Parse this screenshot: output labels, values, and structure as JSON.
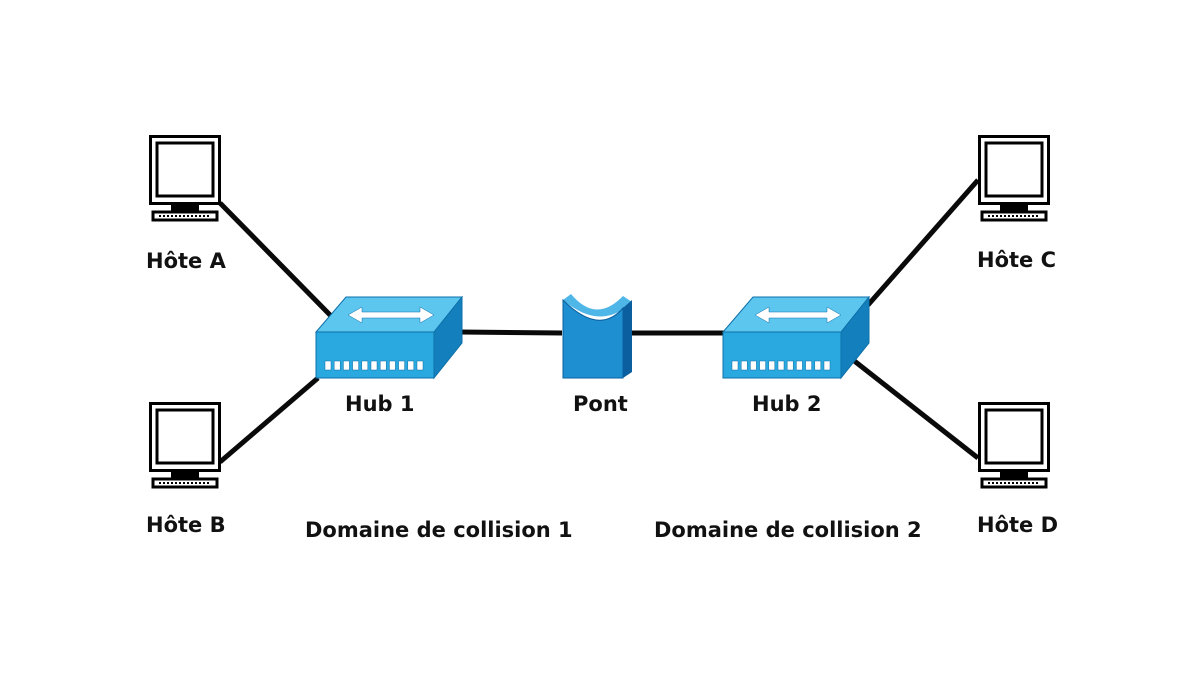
{
  "colors": {
    "link": "#0a0a0a",
    "device_face": "#29a9df",
    "device_top": "#5cc6ef",
    "device_side": "#1380bd",
    "bridge_front": "#1e8fd0",
    "bridge_side": "#0b5f9e",
    "bridge_top": "#4fb6e8",
    "screen": "#ffffff",
    "outline": "#000000",
    "text": "#111111"
  },
  "nodes": {
    "host_a": {
      "label": "Hôte A",
      "icon": "computer-icon"
    },
    "host_b": {
      "label": "Hôte B",
      "icon": "computer-icon"
    },
    "host_c": {
      "label": "Hôte C",
      "icon": "computer-icon"
    },
    "host_d": {
      "label": "Hôte D",
      "icon": "computer-icon"
    },
    "hub1": {
      "label": "Hub 1",
      "icon": "hub-icon"
    },
    "hub2": {
      "label": "Hub 2",
      "icon": "hub-icon"
    },
    "bridge": {
      "label": "Pont",
      "icon": "bridge-icon"
    }
  },
  "links": [
    {
      "from": "host_a",
      "to": "hub1"
    },
    {
      "from": "host_b",
      "to": "hub1"
    },
    {
      "from": "hub1",
      "to": "bridge"
    },
    {
      "from": "bridge",
      "to": "hub2"
    },
    {
      "from": "hub2",
      "to": "host_c"
    },
    {
      "from": "hub2",
      "to": "host_d"
    }
  ],
  "domains": {
    "domain1": "Domaine de collision 1",
    "domain2": "Domaine de collision 2"
  }
}
